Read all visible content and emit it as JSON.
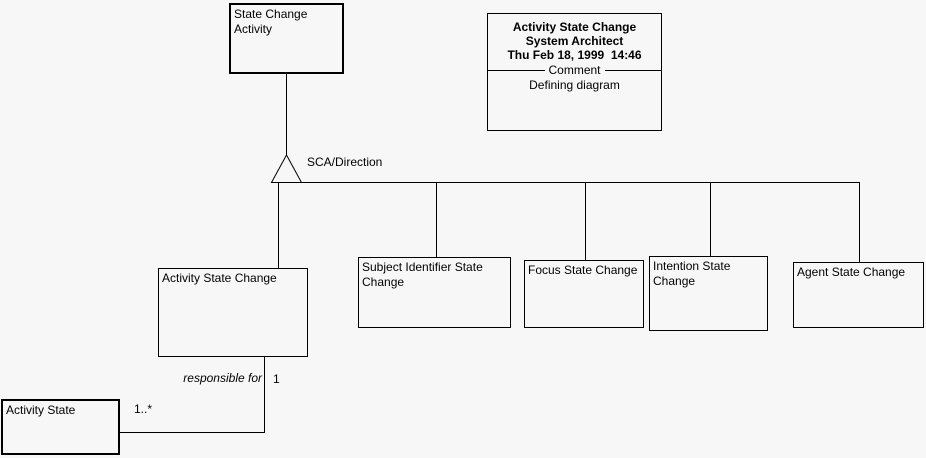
{
  "page": {
    "background": "#f7f7f7",
    "line_color": "#000000"
  },
  "diagram": {
    "superclass": {
      "label": "State Change Activity"
    },
    "generalization_label": "SCA/Direction",
    "comment_box": {
      "title": "Activity State Change",
      "subtitle": "System Architect",
      "timestamp": "Thu Feb 18, 1999  14:46",
      "divider_label": "Comment",
      "body": "Defining diagram"
    },
    "subclasses": [
      {
        "label": "Activity State Change"
      },
      {
        "label": "Subject Identifier State Change"
      },
      {
        "label": "Focus State Change"
      },
      {
        "label": "Intention State Change"
      },
      {
        "label": "Agent State Change"
      }
    ],
    "association": {
      "label": "responsible for",
      "source_multiplicity": "1",
      "target_multiplicity": "1..*",
      "target_class": {
        "label": "Activity State"
      }
    }
  }
}
